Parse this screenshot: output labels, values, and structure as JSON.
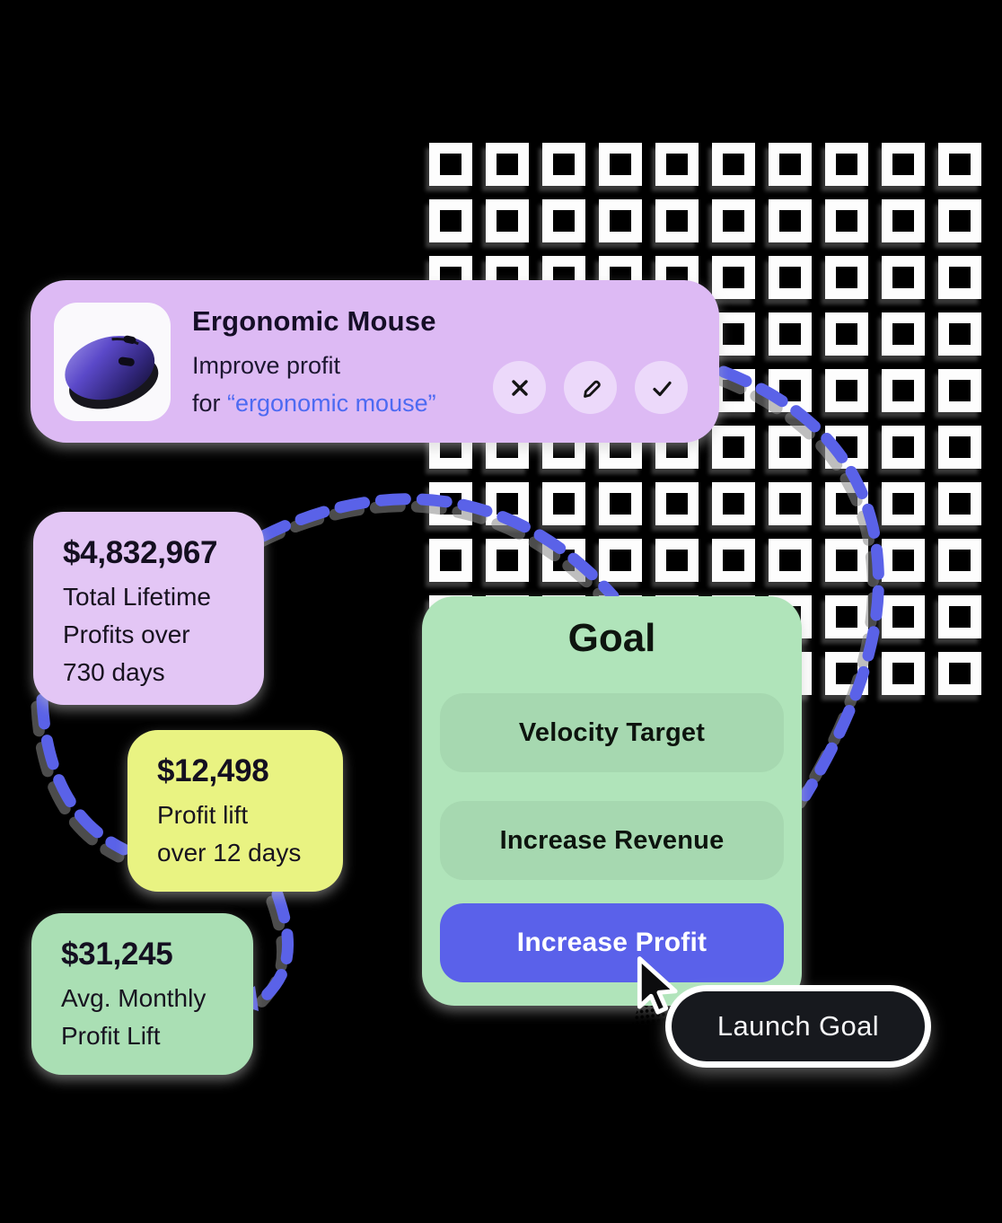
{
  "product_card": {
    "title": "Ergonomic Mouse",
    "subtitle_line1": "Improve profit",
    "subtitle_line2_prefix": "for ",
    "subtitle_line2_quote": "“ergonomic mouse”",
    "image": "purple-ergonomic-mouse-photo",
    "actions": [
      {
        "name": "dismiss",
        "icon": "x-icon"
      },
      {
        "name": "edit",
        "icon": "pencil-icon"
      },
      {
        "name": "confirm",
        "icon": "check-icon"
      }
    ]
  },
  "stat_cards": [
    {
      "value": "$4,832,967",
      "label_lines": [
        "Total Lifetime",
        "Profits over",
        "730 days"
      ],
      "color": "#e3c6f5"
    },
    {
      "value": "$12,498",
      "label_lines": [
        "Profit lift",
        "over 12 days"
      ],
      "color": "#e9f382"
    },
    {
      "value": "$31,245",
      "label_lines": [
        "Avg. Monthly",
        "Profit Lift"
      ],
      "color": "#aadfb4"
    }
  ],
  "goal_panel": {
    "title": "Goal",
    "options": [
      "Velocity Target",
      "Increase Revenue",
      "Increase Profit"
    ],
    "selected_option": "Increase Profit"
  },
  "launch_button": {
    "label": "Launch Goal"
  },
  "colors": {
    "background": "#000000",
    "product_card_purple": "#ddbaf4",
    "action_circle_purple": "#ecd9fa",
    "quote_blue": "#4d6af2",
    "stat_purple": "#e3c6f5",
    "stat_yellow": "#e9f382",
    "stat_green": "#aadfb4",
    "goal_panel_green": "#b0e4ba",
    "goal_option_green": "#a6d8b0",
    "selected_blue": "#5a61ea",
    "dashed_connector_blue": "#5a62e8",
    "launch_black": "#17191e",
    "grid_white": "#fdfdfd"
  }
}
